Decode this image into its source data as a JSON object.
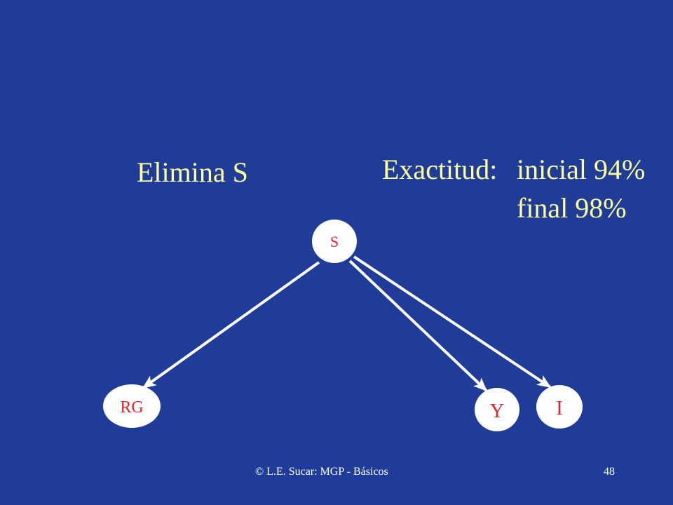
{
  "slide": {
    "heading_left": "Elimina S",
    "heading_right_label": "Exactitud:",
    "heading_right_initial": "inicial 94%",
    "heading_right_final": "final 98%"
  },
  "diagram": {
    "nodes": [
      {
        "id": "S",
        "label": "S"
      },
      {
        "id": "RG",
        "label": "RG"
      },
      {
        "id": "Y",
        "label": "Y"
      },
      {
        "id": "I",
        "label": "I"
      }
    ],
    "edges": [
      {
        "from": "S",
        "to": "RG"
      },
      {
        "from": "S",
        "to": "Y"
      },
      {
        "from": "S",
        "to": "I"
      }
    ],
    "colors": {
      "background": "#1f3c99",
      "node_fill": "#ffffff",
      "node_text": "#e8202a",
      "edge": "#ffffff",
      "heading": "#ffff99"
    }
  },
  "footer": {
    "credit": "© L.E. Sucar: MGP - Básicos",
    "page_number": "48"
  }
}
